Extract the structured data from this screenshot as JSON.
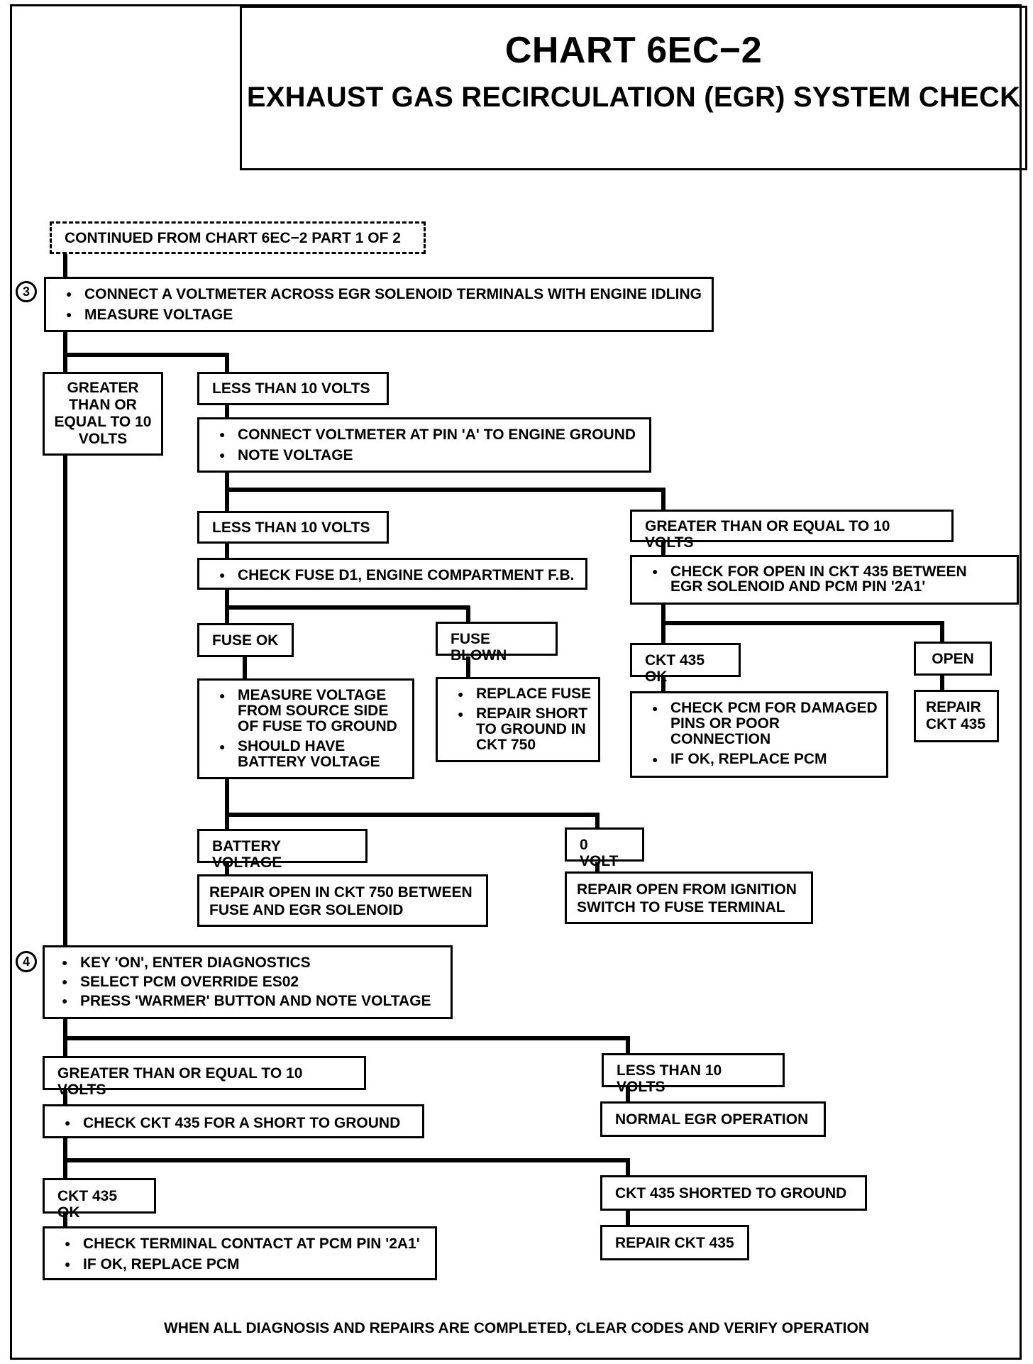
{
  "title": "CHART 6EC−2",
  "subtitle": "EXHAUST GAS RECIRCULATION (EGR) SYSTEM CHECK",
  "continued": "CONTINUED FROM CHART 6EC−2 PART  1 OF 2",
  "step3": {
    "marker": "3",
    "items": [
      "CONNECT A VOLTMETER ACROSS EGR SOLENOID TERMINALS WITH ENGINE IDLING",
      "MEASURE VOLTAGE"
    ]
  },
  "ge10_left": "GREATER THAN OR EQUAL TO 10 VOLTS",
  "lt10_a": "LESS THAN 10 VOLTS",
  "pinA": {
    "items": [
      "CONNECT VOLTMETER AT PIN 'A' TO ENGINE GROUND",
      "NOTE VOLTAGE"
    ]
  },
  "lt10_b": "LESS THAN 10 VOLTS",
  "ge10_b": "GREATER THAN OR EQUAL TO 10 VOLTS",
  "fuse_check": {
    "items": [
      "CHECK FUSE D1, ENGINE COMPARTMENT F.B."
    ]
  },
  "ckt435_open_check": {
    "items": [
      "CHECK FOR OPEN IN CKT 435 BETWEEN EGR SOLENOID AND PCM PIN '2A1'"
    ]
  },
  "fuse_ok": "FUSE OK",
  "fuse_blown": "FUSE BLOWN",
  "ckt435_ok_a": "CKT 435 OK",
  "open": "OPEN",
  "measure_voltage": {
    "items": [
      "MEASURE VOLTAGE FROM SOURCE SIDE OF FUSE TO GROUND",
      "SHOULD HAVE BATTERY VOLTAGE"
    ]
  },
  "replace_fuse": {
    "items": [
      "REPLACE FUSE",
      "REPAIR SHORT TO GROUND IN CKT 750"
    ]
  },
  "check_pcm": {
    "items": [
      "CHECK PCM FOR DAMAGED PINS OR POOR CONNECTION",
      "IF OK,  REPLACE PCM"
    ]
  },
  "repair_ckt435_a": "REPAIR CKT 435",
  "battery_voltage": "BATTERY VOLTAGE",
  "zero_volt": "0 VOLT",
  "repair_open_750": "REPAIR OPEN IN CKT 750 BETWEEN FUSE AND EGR SOLENOID",
  "repair_open_ign": "REPAIR OPEN FROM IGNITION SWITCH TO FUSE TERMINAL",
  "step4": {
    "marker": "4",
    "items": [
      "KEY 'ON', ENTER DIAGNOSTICS",
      "SELECT PCM OVERRIDE ES02",
      "PRESS 'WARMER' BUTTON AND NOTE VOLTAGE"
    ]
  },
  "ge10_c": "GREATER THAN OR EQUAL TO 10 VOLTS",
  "lt10_c": "LESS THAN 10 VOLTS",
  "check_short": {
    "items": [
      "CHECK CKT 435 FOR A SHORT TO GROUND"
    ]
  },
  "normal_egr": "NORMAL EGR OPERATION",
  "ckt435_ok_b": "CKT 435 OK",
  "ckt435_shorted": "CKT 435 SHORTED TO GROUND",
  "check_terminal": {
    "items": [
      "CHECK TERMINAL CONTACT AT PCM PIN '2A1'",
      "IF OK,  REPLACE PCM"
    ]
  },
  "repair_ckt435_b": "REPAIR CKT 435",
  "footer": "WHEN ALL DIAGNOSIS AND REPAIRS ARE COMPLETED, CLEAR CODES AND VERIFY OPERATION"
}
